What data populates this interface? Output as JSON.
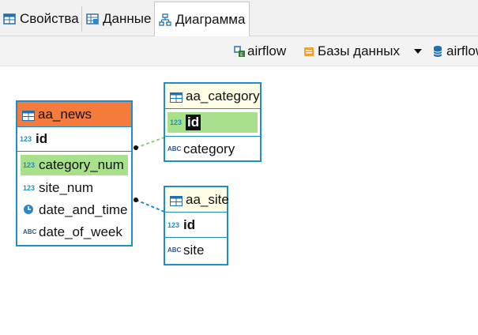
{
  "tabs": [
    {
      "label": "Свойства",
      "icon": "table-icon",
      "active": false
    },
    {
      "label": "Данные",
      "icon": "data-grid-icon",
      "active": false
    },
    {
      "label": "Диаграмма",
      "icon": "diagram-icon",
      "active": true
    }
  ],
  "toolbar": {
    "connection_label": "airflow",
    "databases_label": "Базы данных",
    "schema_label": "airflow"
  },
  "entities": {
    "aa_news": {
      "title": "aa_news",
      "pk": {
        "type": "123",
        "name": "id"
      },
      "columns": [
        {
          "type": "123",
          "name": "category_num",
          "highlighted": true
        },
        {
          "type": "123",
          "name": "site_num"
        },
        {
          "type": "clock",
          "name": "date_and_time"
        },
        {
          "type": "ABC",
          "name": "date_of_week"
        }
      ]
    },
    "aa_category": {
      "title": "aa_category",
      "pk": {
        "type": "123",
        "name": "id"
      },
      "columns": [
        {
          "type": "ABC",
          "name": "category"
        }
      ]
    },
    "aa_site": {
      "title": "aa_site",
      "pk": {
        "type": "123",
        "name": "id"
      },
      "columns": [
        {
          "type": "ABC",
          "name": "site"
        }
      ]
    }
  },
  "colors": {
    "accent": "#1f8ec8",
    "selected_header": "#f47b3b",
    "entity_header": "#fffde6",
    "highlight": "#a8e08c",
    "link_green": "#8fd07a",
    "link_blue": "#1f8ec8"
  }
}
